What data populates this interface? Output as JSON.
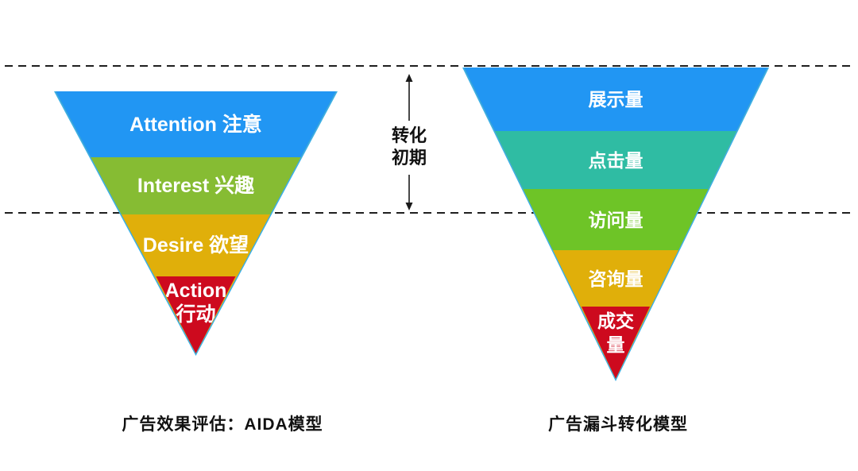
{
  "canvas": {
    "background": "#ffffff",
    "line_color": "#1f1f1f"
  },
  "left_funnel": {
    "caption": "广告效果评估：AIDA模型",
    "edge_color": "#3aafe6",
    "backdrop_color": "#e0af0a",
    "levels": [
      {
        "label": "Attention 注意",
        "color": "#2196f3"
      },
      {
        "label": "Interest 兴趣",
        "color": "#86bc33"
      },
      {
        "label": "Desire 欲望",
        "color": "#e0af0a"
      },
      {
        "label": "Action",
        "label2": "行动",
        "color": "#cd0a1e"
      }
    ]
  },
  "right_funnel": {
    "caption": "广告漏斗转化模型",
    "edge_color": "#3aafe6",
    "backdrop_color": "#e0af0a",
    "levels": [
      {
        "label": "展示量",
        "color": "#2196f3"
      },
      {
        "label": "点击量",
        "color": "#2fbca3"
      },
      {
        "label": "访问量",
        "color": "#6ec427"
      },
      {
        "label": "咨询量",
        "color": "#e0af0a"
      },
      {
        "label": "成交",
        "label2": "量",
        "color": "#cd0a1e"
      }
    ]
  },
  "annotation": {
    "line1": "转化",
    "line2": "初期"
  }
}
